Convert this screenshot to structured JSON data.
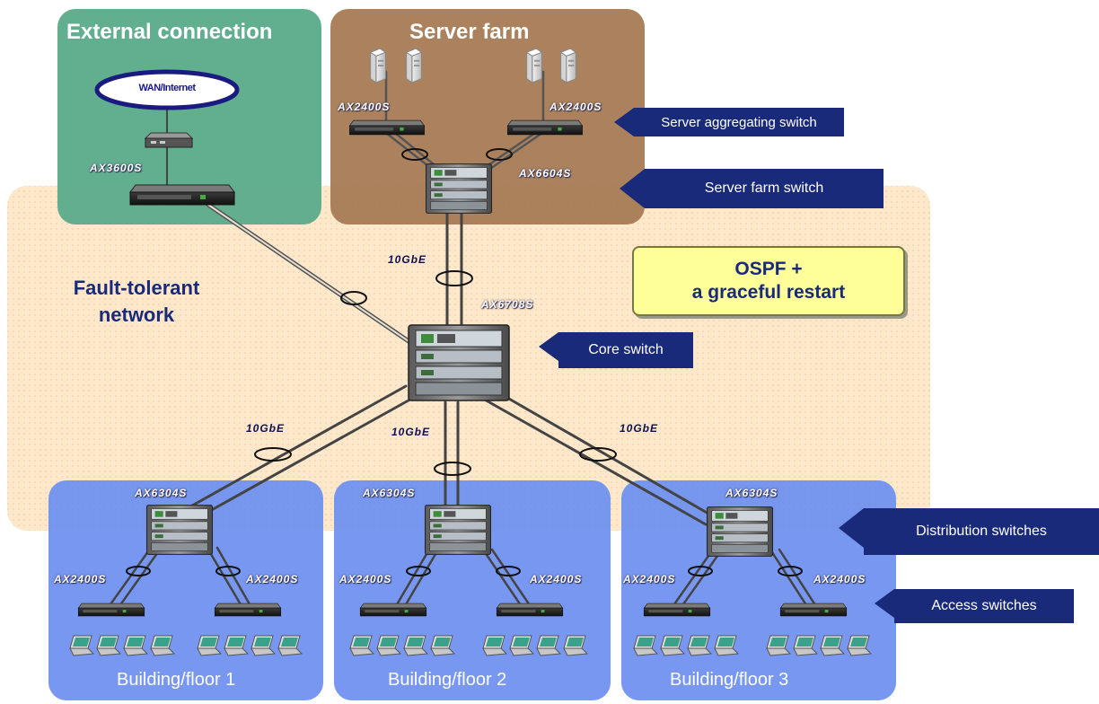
{
  "regions": {
    "external": {
      "title": "External connection",
      "color": "#5aab8a"
    },
    "server_farm": {
      "title": "Server farm",
      "color": "#a67b54"
    },
    "fault_tolerant": {
      "line1": "Fault-tolerant",
      "line2": "network",
      "color": "#fde8cc"
    },
    "buildings": [
      {
        "title": "Building/floor 1"
      },
      {
        "title": "Building/floor 2"
      },
      {
        "title": "Building/floor 3"
      }
    ],
    "building_color": "#6b8ef0"
  },
  "cloud_label": "WAN/Internet",
  "devices": {
    "edge": "AX3600S",
    "server_agg_left": "AX2400S",
    "server_agg_right": "AX2400S",
    "server_farm_switch": "AX6604S",
    "core": "AX6708S",
    "dist_1": "AX6304S",
    "dist_2": "AX6304S",
    "dist_3": "AX6304S",
    "access_1a": "AX2400S",
    "access_1b": "AX2400S",
    "access_2a": "AX2400S",
    "access_2b": "AX2400S",
    "access_3a": "AX2400S",
    "access_3b": "AX2400S"
  },
  "links": {
    "core_to_server": "10GbE",
    "core_to_b1": "10GbE",
    "core_to_b2": "10GbE",
    "core_to_b3": "10GbE"
  },
  "ospf": {
    "line1": "OSPF +",
    "line2": "a graceful restart"
  },
  "callouts": {
    "server_aggregating": "Server aggregating switch",
    "server_farm": "Server farm switch",
    "core": "Core switch",
    "distribution": "Distribution switches",
    "access": "Access switches"
  },
  "colors": {
    "callout": "#1a2a7a",
    "ospf_box": "#ffff99"
  }
}
